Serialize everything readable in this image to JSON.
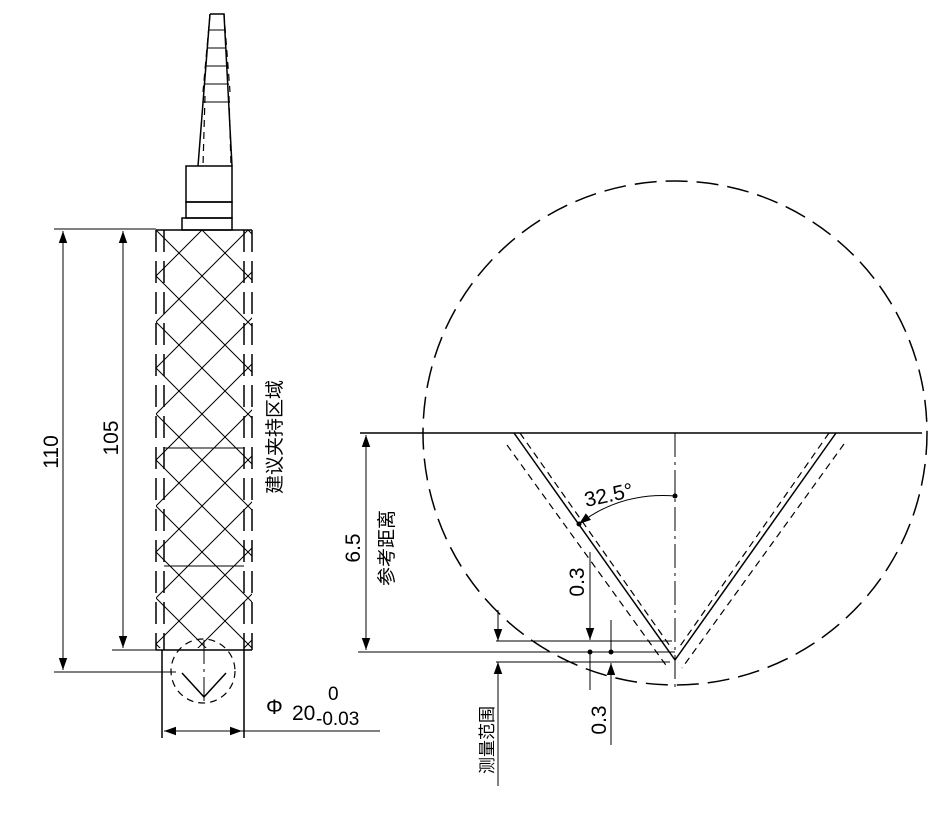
{
  "dimensions": {
    "overall_length": "110",
    "grip_length": "105",
    "diameter_symbol": "Φ",
    "diameter_nominal": "20",
    "diameter_tol_upper": "0",
    "diameter_tol_lower": "-0.03",
    "angle": "32.5°",
    "reference_distance": "6.5",
    "offset_top": "0.3",
    "offset_bottom": "0.3"
  },
  "labels": {
    "grip_area": "建议夹持区域",
    "reference_distance": "参考距离",
    "measurement_range": "测量范围"
  }
}
